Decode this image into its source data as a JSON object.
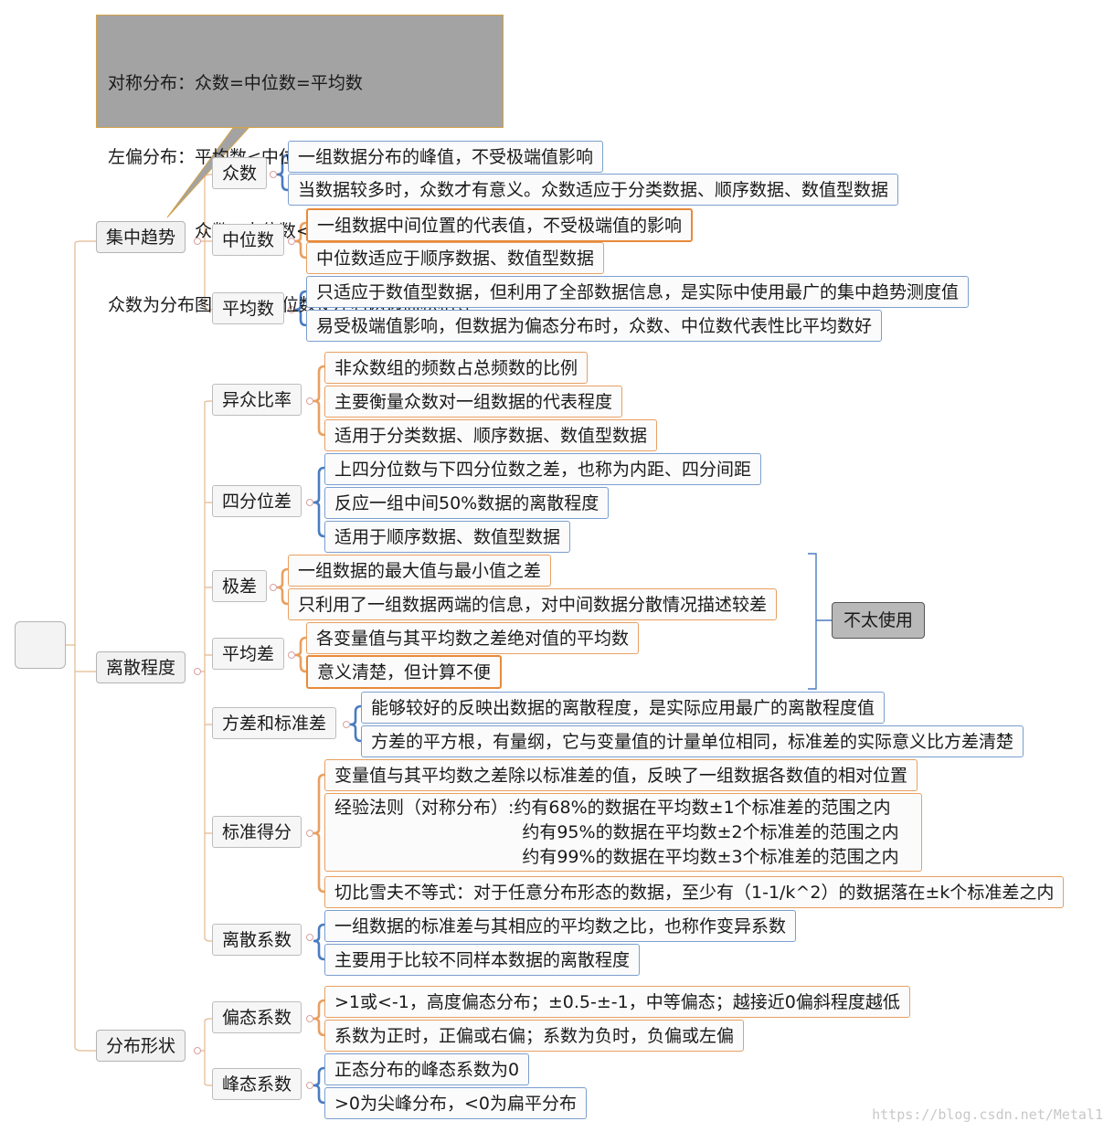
{
  "note": {
    "lines": [
      "对称分布：众数=中位数=平均数",
      "左偏分布：平均数<中位数<众数",
      "右偏分布：众数<中位数<平均数",
      "众数为分布图峰值，中位数使左右两边面积相等"
    ]
  },
  "root": {
    "label": ""
  },
  "groups": [
    {
      "label": "集中趋势",
      "children": [
        {
          "label": "众数",
          "details": [
            "一组数据分布的峰值，不受极端值影响",
            "当数据较多时，众数才有意义。众数适应于分类数据、顺序数据、数值型数据"
          ]
        },
        {
          "label": "中位数",
          "details": [
            "一组数据中间位置的代表值，不受极端值的影响",
            "中位数适应于顺序数据、数值型数据"
          ]
        },
        {
          "label": "平均数",
          "details": [
            "只适应于数值型数据，但利用了全部数据信息，是实际中使用最广的集中趋势测度值",
            "易受极端值影响，但数据为偏态分布时，众数、中位数代表性比平均数好"
          ]
        }
      ]
    },
    {
      "label": "离散程度",
      "children": [
        {
          "label": "异众比率",
          "details": [
            "非众数组的频数占总频数的比例",
            "主要衡量众数对一组数据的代表程度",
            "适用于分类数据、顺序数据、数值型数据"
          ]
        },
        {
          "label": "四分位差",
          "details": [
            "上四分位数与下四分位数之差，也称为内距、四分间距",
            "反应一组中间50%数据的离散程度",
            "适用于顺序数据、数值型数据"
          ]
        },
        {
          "label": "极差",
          "details": [
            "一组数据的最大值与最小值之差",
            "只利用了一组数据两端的信息，对中间数据分散情况描述较差"
          ]
        },
        {
          "label": "平均差",
          "details": [
            "各变量值与其平均数之差绝对值的平均数",
            "意义清楚，但计算不便"
          ]
        },
        {
          "label": "方差和标准差",
          "details": [
            "能够较好的反映出数据的离散程度，是实际应用最广的离散程度值",
            "方差的平方根，有量纲，它与变量值的计量单位相同，标准差的实际意义比方差清楚"
          ]
        },
        {
          "label": "标准得分",
          "details": [
            "变量值与其平均数之差除以标准差的值，反映了一组数据各数值的相对位置",
            "经验法则（对称分布）:约有68%的数据在平均数±1个标准差的范围之内\n                                  约有95%的数据在平均数±2个标准差的范围之内\n                                  约有99%的数据在平均数±3个标准差的范围之内",
            "切比雪夫不等式：对于任意分布形态的数据，至少有（1-1/k^2）的数据落在±k个标准差之内"
          ]
        },
        {
          "label": "离散系数",
          "details": [
            "一组数据的标准差与其相应的平均数之比，也称作变异系数",
            "主要用于比较不同样本数据的离散程度"
          ]
        }
      ]
    },
    {
      "label": "分布形状",
      "children": [
        {
          "label": "偏态系数",
          "details": [
            ">1或<-1，高度偏态分布；±0.5-±-1，中等偏态；越接近0偏斜程度越低",
            "系数为正时，正偏或右偏；系数为负时，负偏或左偏"
          ]
        },
        {
          "label": "峰态系数",
          "details": [
            "正态分布的峰态系数为0",
            ">0为尖峰分布，<0为扁平分布"
          ]
        }
      ]
    }
  ],
  "bracket_tag": {
    "label": "不太使用"
  },
  "watermark": "https://blog.csdn.net/Metal1",
  "colors": {
    "orange": "#e8a062",
    "blue": "#4a7cc0",
    "line": "#e3b98f",
    "note_bg": "#a3a3a3"
  }
}
